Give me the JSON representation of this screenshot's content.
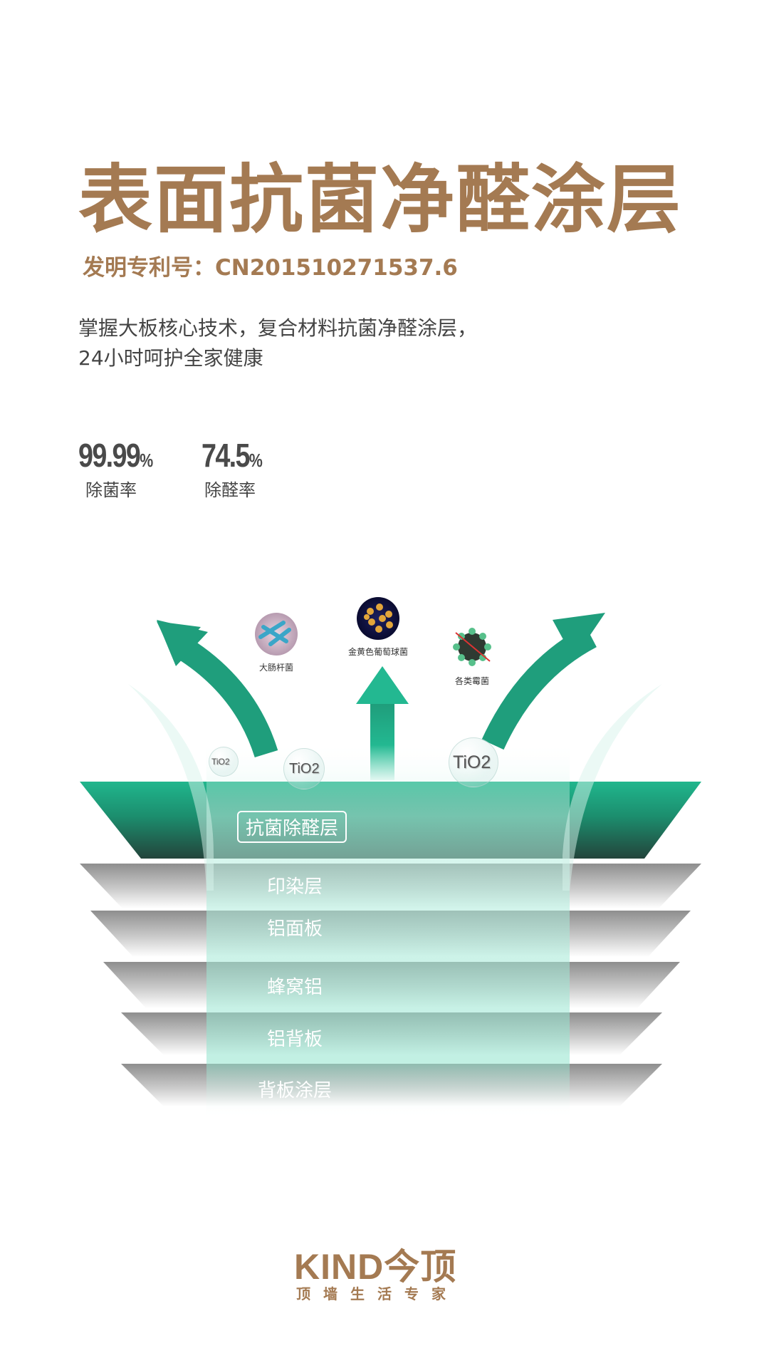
{
  "title": "表面抗菌净醛涂层",
  "patent": "发明专利号：CN201510271537.6",
  "description": {
    "line1": "掌握大板核心技术，复合材料抗菌净醛涂层，",
    "line2": "24小时呵护全家健康"
  },
  "stats": [
    {
      "value": "99.99",
      "unit": "%",
      "label": "除菌率"
    },
    {
      "value": "74.5",
      "unit": "%",
      "label": "除醛率"
    }
  ],
  "microbes": [
    {
      "label": "大肠杆菌"
    },
    {
      "label": "金黄色葡萄球菌"
    },
    {
      "label": "各类霉菌"
    }
  ],
  "tio2": [
    "TiO2",
    "TiO2",
    "TiO2"
  ],
  "layers": [
    "抗菌除醛层",
    "印染层",
    "铝面板",
    "蜂窝铝",
    "铝背板",
    "背板涂层"
  ],
  "brand": {
    "name": "KIND今顶",
    "slogan": "顶墙生活专家"
  },
  "colors": {
    "brand": "#a47a52",
    "green": "#1fa886",
    "text": "#444444"
  }
}
